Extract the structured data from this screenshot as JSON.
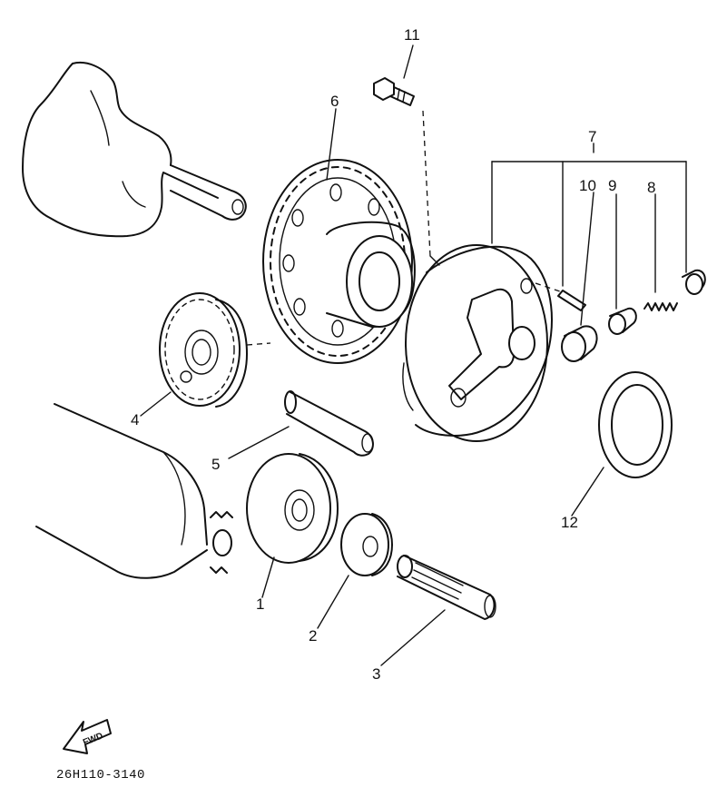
{
  "labels": {
    "p1": "1",
    "p2": "2",
    "p3": "3",
    "p4": "4",
    "p5": "5",
    "p6": "6",
    "p7": "7",
    "p8": "8",
    "p9": "9",
    "p10": "10",
    "p11": "11",
    "p12": "12"
  },
  "fwd_arrow_text": "FWD",
  "part_code": "26H110-3140"
}
